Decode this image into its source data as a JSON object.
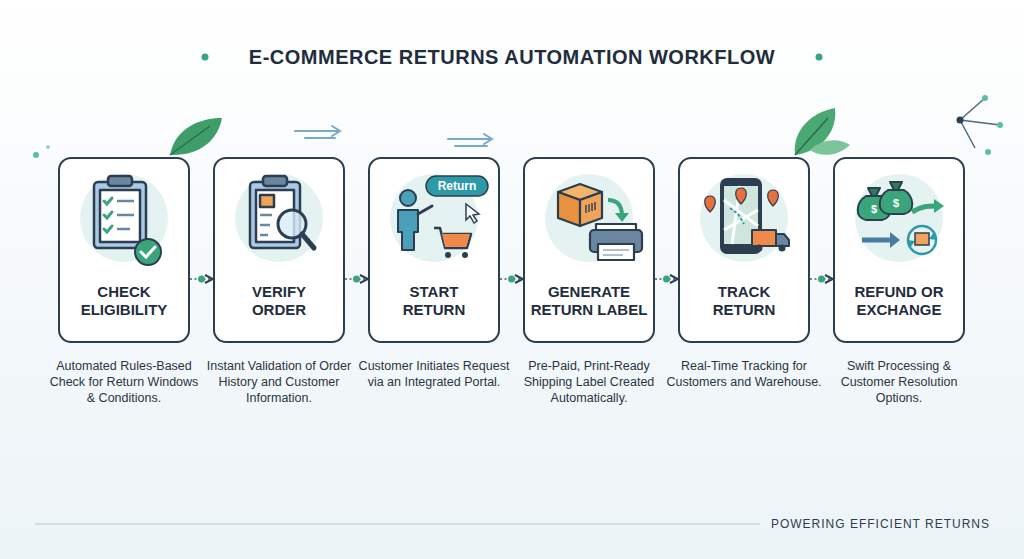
{
  "diagram": {
    "title": "E-COMMERCE RETURNS AUTOMATION WORKFLOW",
    "nodes": [
      {
        "text": [
          "CHECK ELIGIBILITY",
          "Automated Rules-Based Check for Return Windows & Conditions."
        ]
      },
      {
        "text": [
          "VERIFY ORDER",
          "Instant Validation of Order History and Customer Information."
        ]
      },
      {
        "text": [
          "START RETURN",
          "Customer Initiates Request via an Integrated Portal."
        ]
      },
      {
        "text": [
          "GENERATE RETURN LABEL",
          "Pre-Paid, Print-Ready Shipping Label Created Automatically."
        ]
      },
      {
        "text": [
          "TRACK RETURN",
          "Real-Time Tracking for Customers and Warehouse."
        ]
      },
      {
        "text": [
          "REFUND OR EXCHANGE",
          "Swift Processing & Customer Resolution Options."
        ]
      }
    ],
    "edges": [
      {
        "from": 0,
        "to": 1,
        "arrow": "to"
      },
      {
        "from": 1,
        "to": 2,
        "arrow": "to"
      },
      {
        "from": 2,
        "to": 3,
        "arrow": "to"
      },
      {
        "from": 3,
        "to": 4,
        "arrow": "to"
      },
      {
        "from": 4,
        "to": 5,
        "arrow": "to"
      }
    ],
    "labels": [
      "Return",
      "$",
      "$",
      "POWERING EFFICIENT RETURNS"
    ]
  }
}
